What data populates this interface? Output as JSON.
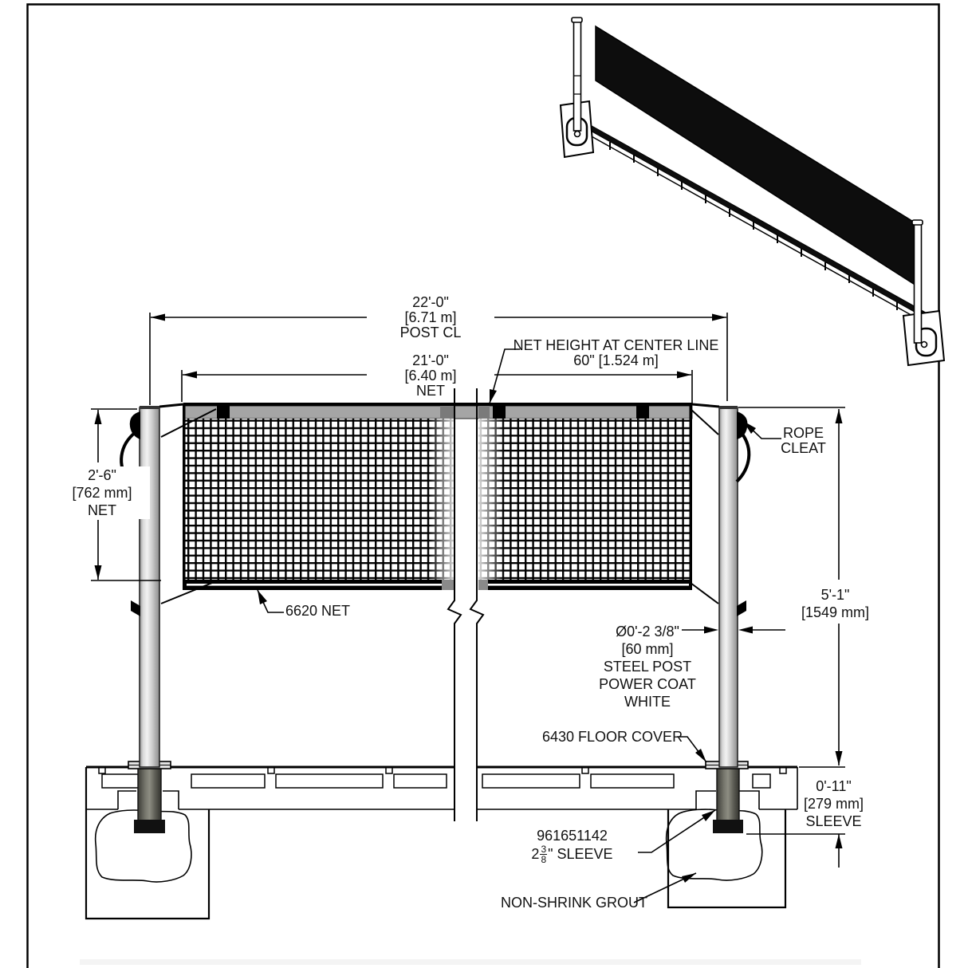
{
  "drawing": {
    "dim_post_cl": {
      "line1": "22'-0\"",
      "line2": "[6.71 m]",
      "line3": "POST CL"
    },
    "dim_net_width": {
      "line1": "21'-0\"",
      "line2": "[6.40 m]",
      "line3": "NET"
    },
    "net_height_center": {
      "line1": "NET HEIGHT AT CENTER LINE",
      "line2": "60\" [1.524 m]"
    },
    "dim_net_height": {
      "line1": "2'-6\"",
      "line2": "[762 mm]",
      "line3": "NET"
    },
    "rope_cleat": {
      "line1": "ROPE",
      "line2": "CLEAT"
    },
    "net_label": "6620 NET",
    "post_spec": {
      "line1": "Ø0'-2 3/8\"",
      "line2": "[60 mm]",
      "line3": "STEEL POST",
      "line4": "POWER COAT",
      "line5": "WHITE"
    },
    "dim_post_height": {
      "line1": "5'-1\"",
      "line2": "[1549 mm]"
    },
    "floor_cover_label": "6430 FLOOR COVER",
    "dim_sleeve": {
      "line1": "0'-11\"",
      "line2": "[279 mm]",
      "line3": "SLEEVE"
    },
    "sleeve_part": {
      "part_number": "961651142",
      "size_whole": "2",
      "size_num": "3",
      "size_den": "8",
      "size_suffix": "\" SLEEVE"
    },
    "grout_label": "NON-SHRINK GROUT",
    "colors": {
      "line": "#000000",
      "headband_gray": "#a5a5a5",
      "post_light": "#f2f2f2",
      "sleeve_dark": "#55554c"
    }
  }
}
